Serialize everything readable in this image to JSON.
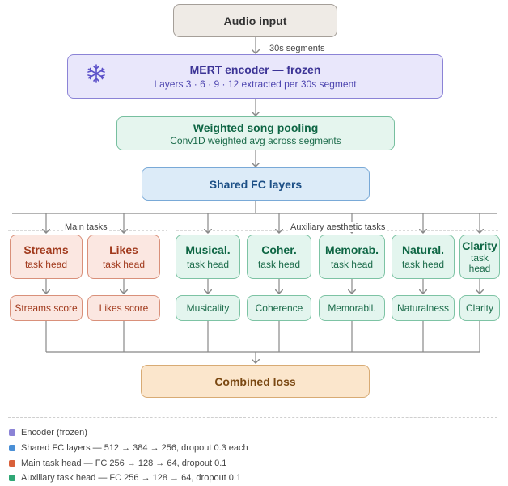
{
  "audio": {
    "title": "Audio input"
  },
  "segments_label": "30s segments",
  "encoder": {
    "title": "MERT encoder — frozen",
    "sub": "Layers 3 · 6 · 9 · 12 extracted per 30s segment",
    "icon": "snowflake-icon"
  },
  "pooling": {
    "title": "Weighted song pooling",
    "sub": "Conv1D weighted avg across segments"
  },
  "fc": {
    "title": "Shared FC layers"
  },
  "groups": {
    "main": "Main tasks",
    "aux": "Auxiliary aesthetic tasks"
  },
  "main_heads": [
    {
      "title": "Streams",
      "sub": "task head",
      "score": "Streams score"
    },
    {
      "title": "Likes",
      "sub": "task head",
      "score": "Likes score"
    }
  ],
  "aux_heads": [
    {
      "title": "Musical.",
      "sub": "task head",
      "score": "Musicality"
    },
    {
      "title": "Coher.",
      "sub": "task head",
      "score": "Coherence"
    },
    {
      "title": "Memorab.",
      "sub": "task head",
      "score": "Memorabil."
    },
    {
      "title": "Natural.",
      "sub": "task head",
      "score": "Naturalness"
    },
    {
      "title": "Clarity",
      "sub_lines": [
        "task",
        "head"
      ],
      "score": "Clarity"
    }
  ],
  "loss": {
    "title": "Combined loss"
  },
  "legend": [
    {
      "label": "Encoder (frozen)",
      "color": "#8b83d6"
    },
    {
      "label": "Shared FC layers — 512 → 384 → 256, dropout 0.3 each",
      "color": "#4a8fd6"
    },
    {
      "label": "Main task head — FC 256 → 128 → 64, dropout 0.1",
      "color": "#d9603a"
    },
    {
      "label": "Auxiliary task head — FC 256 → 128 → 64, dropout 0.1",
      "color": "#2fa775"
    }
  ]
}
